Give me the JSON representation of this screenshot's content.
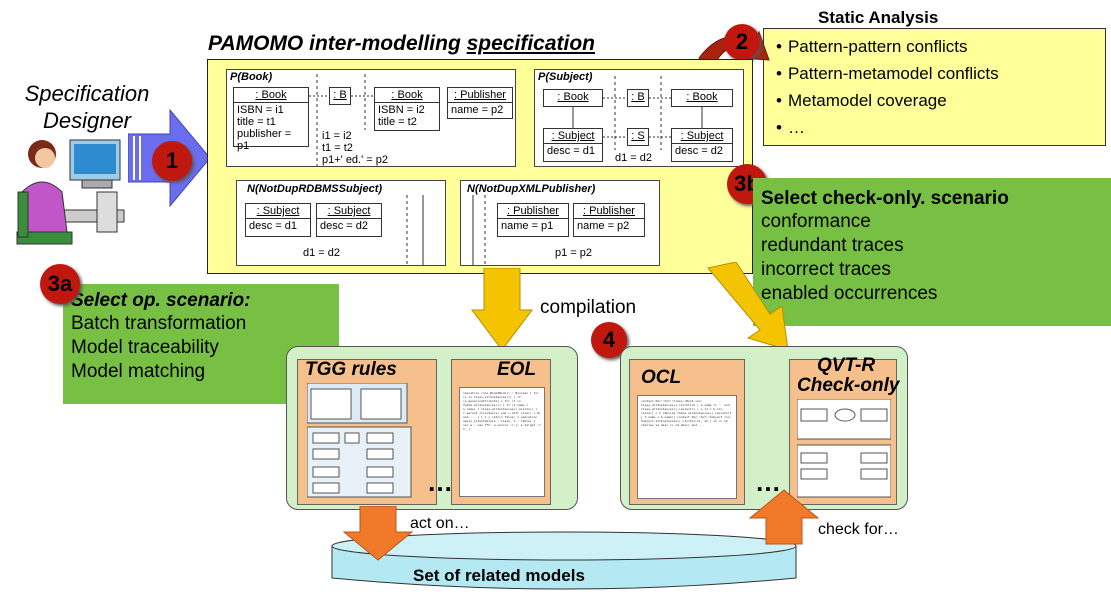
{
  "title": {
    "prefix": "PAMOMO",
    "mid": " inter-modelling ",
    "suffix": "specification"
  },
  "designer": {
    "line1": "Specification",
    "line2": "Designer"
  },
  "static_analysis": {
    "title": "Static Analysis",
    "items": [
      "Pattern-pattern conflicts",
      "Pattern-metamodel conflicts",
      "Metamodel coverage",
      "…"
    ]
  },
  "steps": {
    "s1": "1",
    "s2": "2",
    "s3a": "3a",
    "s3b": "3b",
    "s4": "4"
  },
  "patterns": {
    "p_book": {
      "title": "P(Book)",
      "book1": {
        "name": ": Book",
        "attrs": [
          "ISBN = i1",
          "title = t1",
          "publisher = p1"
        ]
      },
      "b": ": B",
      "book2": {
        "name": ": Book",
        "attrs": [
          "ISBN = i2",
          "title = t2"
        ]
      },
      "publisher": {
        "name": ": Publisher",
        "attrs": [
          "name = p2"
        ]
      },
      "constraints": [
        "i1 = i2",
        "t1 = t2",
        "p1+' ed.' = p2"
      ]
    },
    "p_subject": {
      "title": "P(Subject)",
      "book1": ": Book",
      "b": ": B",
      "book2": ": Book",
      "subj1": {
        "name": ": Subject",
        "attrs": [
          "desc = d1"
        ]
      },
      "s": ": S",
      "subj2": {
        "name": ": Subject",
        "attrs": [
          "desc = d2"
        ]
      },
      "constraint": "d1 = d2"
    },
    "n_rdbms": {
      "title": "N(NotDupRDBMSSubject)",
      "c1": {
        "name": ": Subject",
        "attrs": [
          "desc = d1"
        ]
      },
      "c2": {
        "name": ": Subject",
        "attrs": [
          "desc = d2"
        ]
      },
      "constraint": "d1 = d2"
    },
    "n_xml": {
      "title": "N(NotDupXMLPublisher)",
      "c1": {
        "name": ": Publisher",
        "attrs": [
          "name = p1"
        ]
      },
      "c2": {
        "name": ": Publisher",
        "attrs": [
          "name = p2"
        ]
      },
      "constraint": "p1 = p2"
    }
  },
  "scenario_3a": {
    "title": "Select op. scenario:",
    "items": [
      "Batch transformation",
      "Model traceability",
      "Model matching"
    ]
  },
  "scenario_3b": {
    "title": "Select check-only. scenario",
    "items": [
      "conformance",
      "redundant traces",
      "incorrect traces",
      "enabled occurrences"
    ]
  },
  "compilation": "compilation",
  "left_box": {
    "tgg": "TGG rules",
    "eol": "EOL",
    "dots": "…"
  },
  "right_box": {
    "ocl": "OCL",
    "qvt1": "QVT-R",
    "qvt2": "Check-only",
    "dots": "…"
  },
  "act_on": "act on…",
  "check_for": "check for…",
  "models": "Set of related models",
  "colors": {
    "yellow": "#ffff99",
    "green": "#77c043",
    "red_step": "#c0170f",
    "orange_arrow": "#f07a2a",
    "gold_arrow": "#f5c400",
    "blue_arrow": "#6b6df0"
  }
}
